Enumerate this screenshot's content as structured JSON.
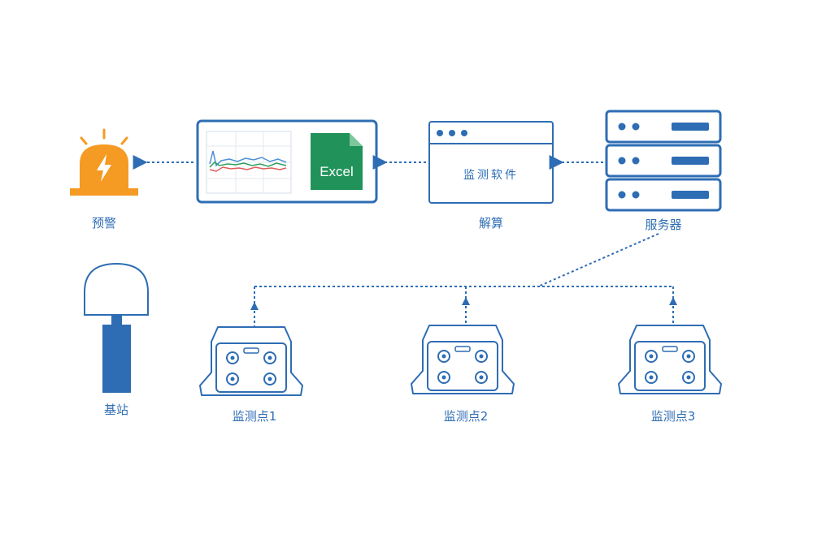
{
  "colors": {
    "primary": "#2e6db4",
    "alarm": "#f59a23",
    "excel": "#21935a",
    "line_series_1": "#4a90d9",
    "line_series_2": "#2aa05a",
    "line_series_3": "#e05a5a"
  },
  "labels": {
    "alarm": "预警",
    "software": "监测软件",
    "solve": "解算",
    "server": "服务器",
    "base_station": "基站",
    "point_1": "监测点1",
    "point_2": "监测点2",
    "point_3": "监测点3",
    "excel": "Excel"
  },
  "icons": {
    "alarm": "siren-icon",
    "chart": "line-chart-icon",
    "excel": "excel-file-icon",
    "software": "browser-window-icon",
    "server": "server-rack-icon",
    "base_station": "gnss-antenna-icon",
    "monitor": "gnss-receiver-icon"
  }
}
